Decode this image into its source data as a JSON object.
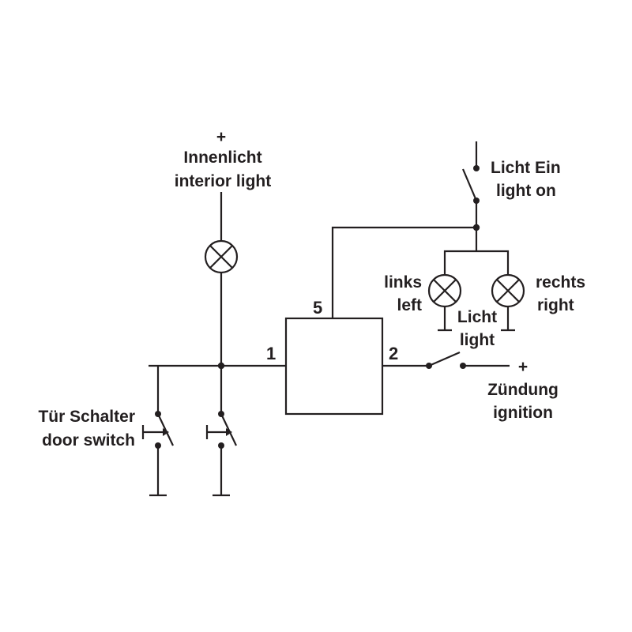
{
  "interior_light": {
    "plus": "+",
    "label_de": "Innenlicht",
    "label_en": "interior light"
  },
  "light_switch": {
    "label_de": "Licht Ein",
    "label_en": "light on"
  },
  "lamp_left": {
    "label_de": "links",
    "label_en": "left"
  },
  "lamp_right": {
    "label_de": "rechts",
    "label_en": "right"
  },
  "light_label": {
    "label_de": "Licht",
    "label_en": "light"
  },
  "ignition": {
    "plus": "+",
    "label_de": "Zündung",
    "label_en": "ignition"
  },
  "door_switch": {
    "label_de": "Tür Schalter",
    "label_en": "door switch"
  },
  "relay": {
    "pin1": "1",
    "pin2": "2",
    "pin5": "5"
  }
}
